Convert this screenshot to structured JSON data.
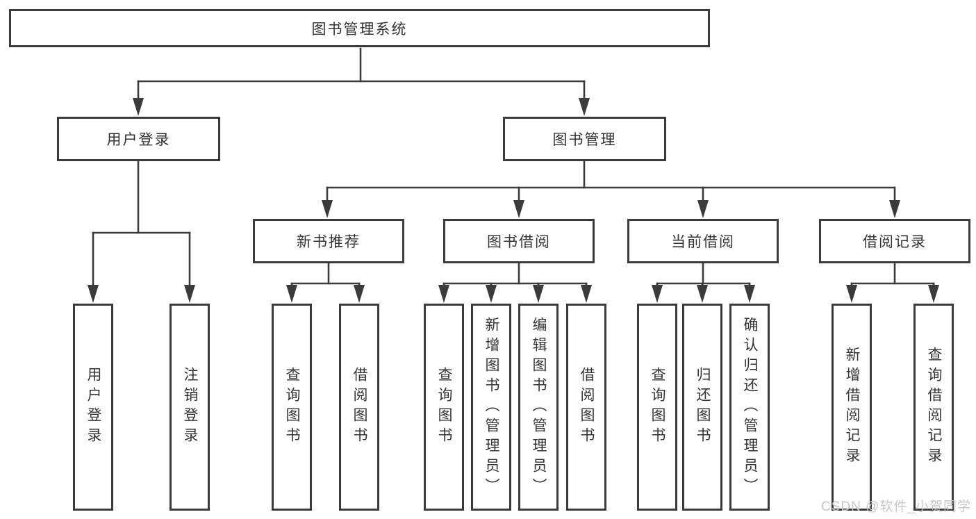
{
  "nodes": {
    "root": "图书管理系统",
    "user_login": "用户登录",
    "book_management": "图书管理",
    "new_book_recommend": "新书推荐",
    "book_borrow": "图书借阅",
    "current_borrow": "当前借阅",
    "borrow_records": "借阅记录"
  },
  "leaves": {
    "login": [
      "用户登录",
      "注销登录"
    ],
    "recommend": [
      "查询图书",
      "借阅图书"
    ],
    "borrow": [
      "查询图书",
      "新增图书（管理员）",
      "编辑图书（管理员）",
      "借阅图书"
    ],
    "current": [
      "查询图书",
      "归还图书",
      "确认归还（管理员）"
    ],
    "records": [
      "新增借阅记录",
      "查询借阅记录"
    ]
  },
  "watermark": "CSDN @软件_小贺同学",
  "colors": {
    "line": "#3b3b3b",
    "box_border": "#3b3b3b",
    "text": "#333333",
    "watermark": "#c6c6c6",
    "background": "#ffffff"
  }
}
